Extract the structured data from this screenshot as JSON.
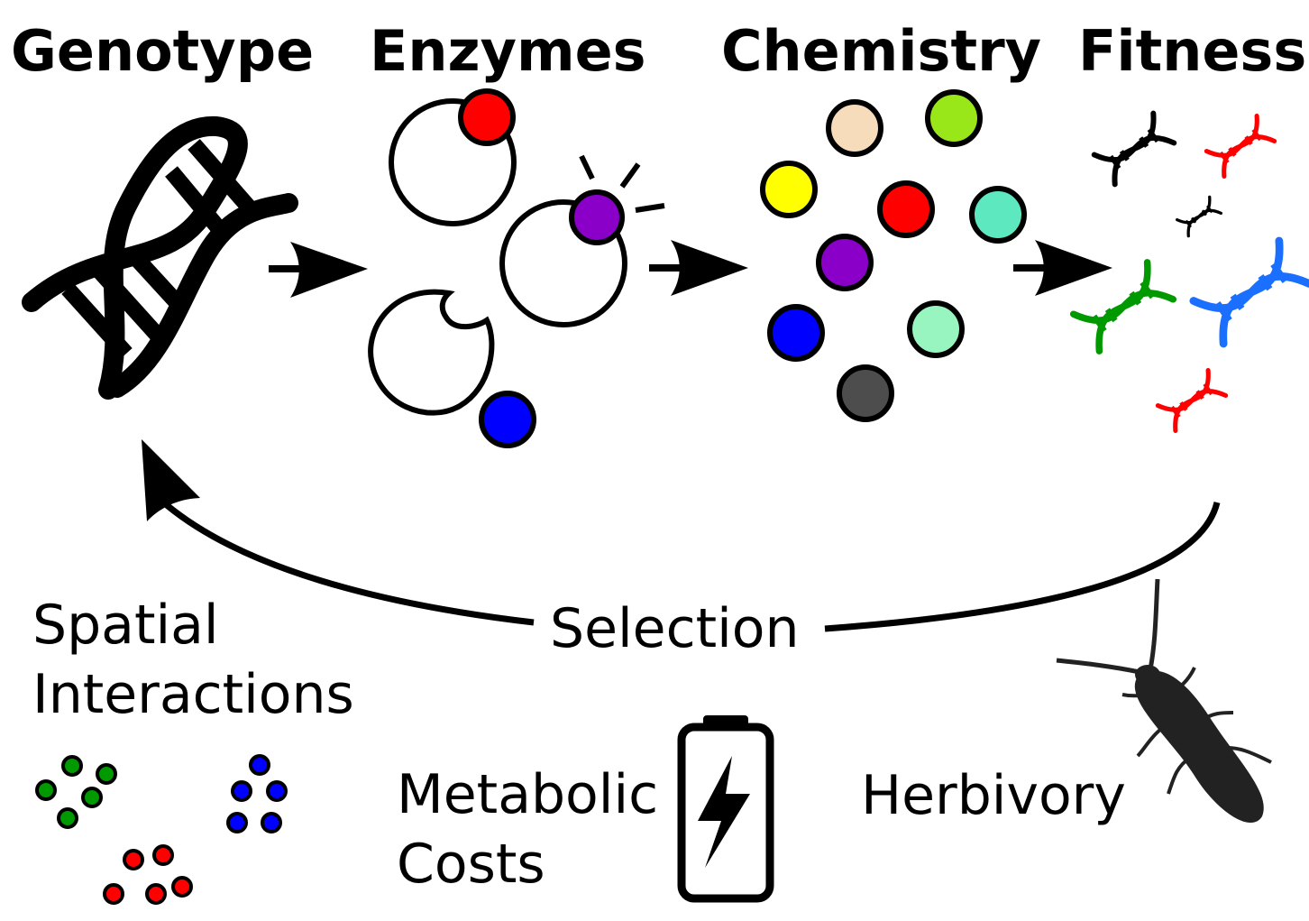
{
  "headings": {
    "genotype": "Genotype",
    "enzymes": "Enzymes",
    "chemistry": "Chemistry",
    "fitness": "Fitness"
  },
  "labels": {
    "selection": "Selection",
    "spatial_line1": "Spatial",
    "spatial_line2": "Interactions",
    "metabolic_line1": "Metabolic",
    "metabolic_line2": "Costs",
    "herbivory": "Herbivory"
  },
  "colors": {
    "red": "#ff0000",
    "purple": "#8b00c8",
    "blue": "#0000ff",
    "yellow": "#ffff00",
    "peach": "#f7dcbc",
    "lime": "#99e619",
    "aquamarine": "#5ee8c0",
    "mint": "#99f5c0",
    "charcoal": "#4d4d4d",
    "green": "#009900",
    "sky_blue": "#1a6fff"
  },
  "icons": {
    "genotype": "dna-icon",
    "metabolic": "battery-icon",
    "herbivory": "beetle-icon"
  }
}
